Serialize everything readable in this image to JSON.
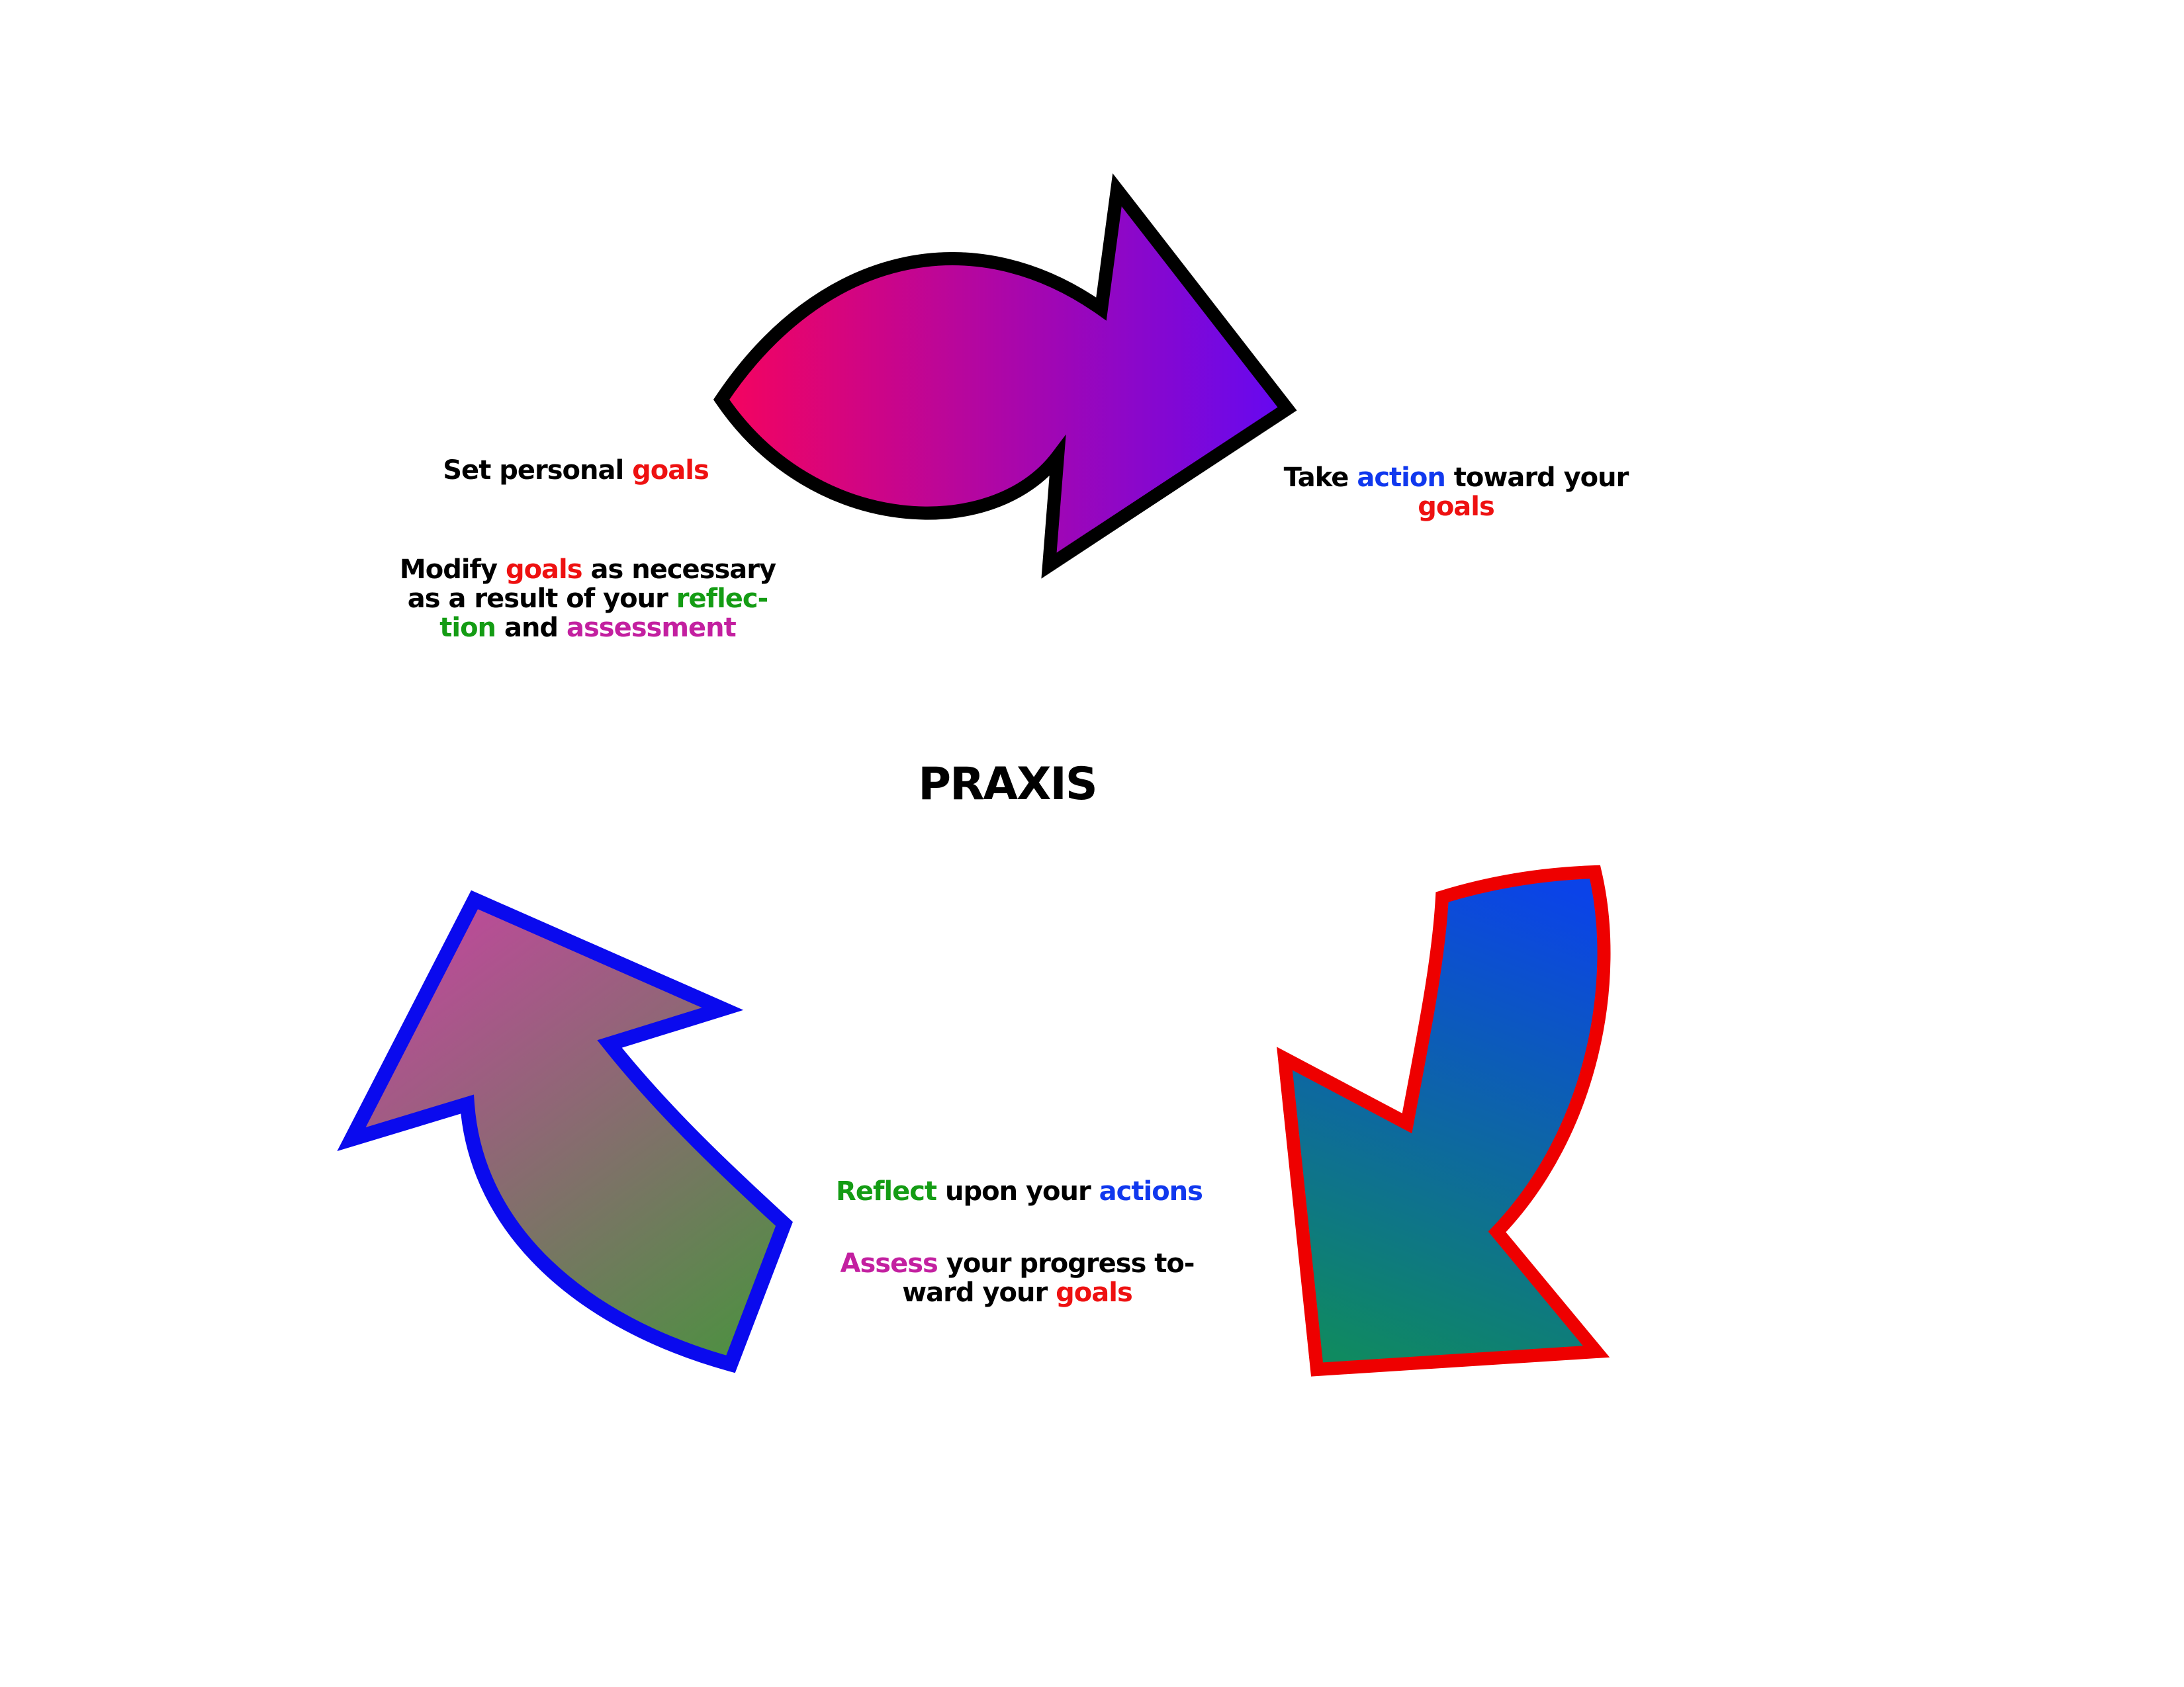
{
  "title": {
    "text": "PRAXIS",
    "color": "#000000"
  },
  "palette": {
    "text_black": "#000000",
    "text_red": "#EE1111",
    "text_blue": "#1038EE",
    "text_green": "#149C14",
    "text_magenta": "#C320A0"
  },
  "labels": {
    "set_goals": {
      "lines": [
        {
          "segments": [
            {
              "text": "Set personal ",
              "color": "#000000"
            },
            {
              "text": "goals",
              "color": "#EE1111"
            }
          ]
        }
      ]
    },
    "take_action": {
      "lines": [
        {
          "segments": [
            {
              "text": "Take ",
              "color": "#000000"
            },
            {
              "text": "action",
              "color": "#1038EE"
            },
            {
              "text": " toward your",
              "color": "#000000"
            }
          ]
        },
        {
          "segments": [
            {
              "text": "goals",
              "color": "#EE1111"
            }
          ]
        }
      ]
    },
    "modify_goals": {
      "lines": [
        {
          "segments": [
            {
              "text": "Modify ",
              "color": "#000000"
            },
            {
              "text": "goals",
              "color": "#EE1111"
            },
            {
              "text": " as necessary",
              "color": "#000000"
            }
          ]
        },
        {
          "segments": [
            {
              "text": "as a result of your ",
              "color": "#000000"
            },
            {
              "text": "reflec-",
              "color": "#149C14"
            }
          ]
        },
        {
          "segments": [
            {
              "text": "tion",
              "color": "#149C14"
            },
            {
              "text": " and ",
              "color": "#000000"
            },
            {
              "text": "assessment",
              "color": "#C320A0"
            }
          ]
        }
      ]
    },
    "reflect": {
      "lines": [
        {
          "segments": [
            {
              "text": "Reflect",
              "color": "#149C14"
            },
            {
              "text": " upon your ",
              "color": "#000000"
            },
            {
              "text": "actions",
              "color": "#1038EE"
            }
          ]
        }
      ]
    },
    "assess": {
      "lines": [
        {
          "segments": [
            {
              "text": "Assess",
              "color": "#C320A0"
            },
            {
              "text": " your progress to-",
              "color": "#000000"
            }
          ]
        },
        {
          "segments": [
            {
              "text": "ward your ",
              "color": "#000000"
            },
            {
              "text": "goals",
              "color": "#EE1111"
            }
          ]
        }
      ]
    }
  },
  "arrows": {
    "top": {
      "gradient_from": "#F5045E",
      "gradient_to": "#6408F2",
      "outline_color": "#000000"
    },
    "right": {
      "gradient_from": "#0B43E8",
      "gradient_to": "#0F8A60",
      "outline_color": "#EE0000"
    },
    "left": {
      "gradient_from": "#B84D96",
      "gradient_to": "#4C9140",
      "outline_color": "#0A0AEE"
    }
  }
}
